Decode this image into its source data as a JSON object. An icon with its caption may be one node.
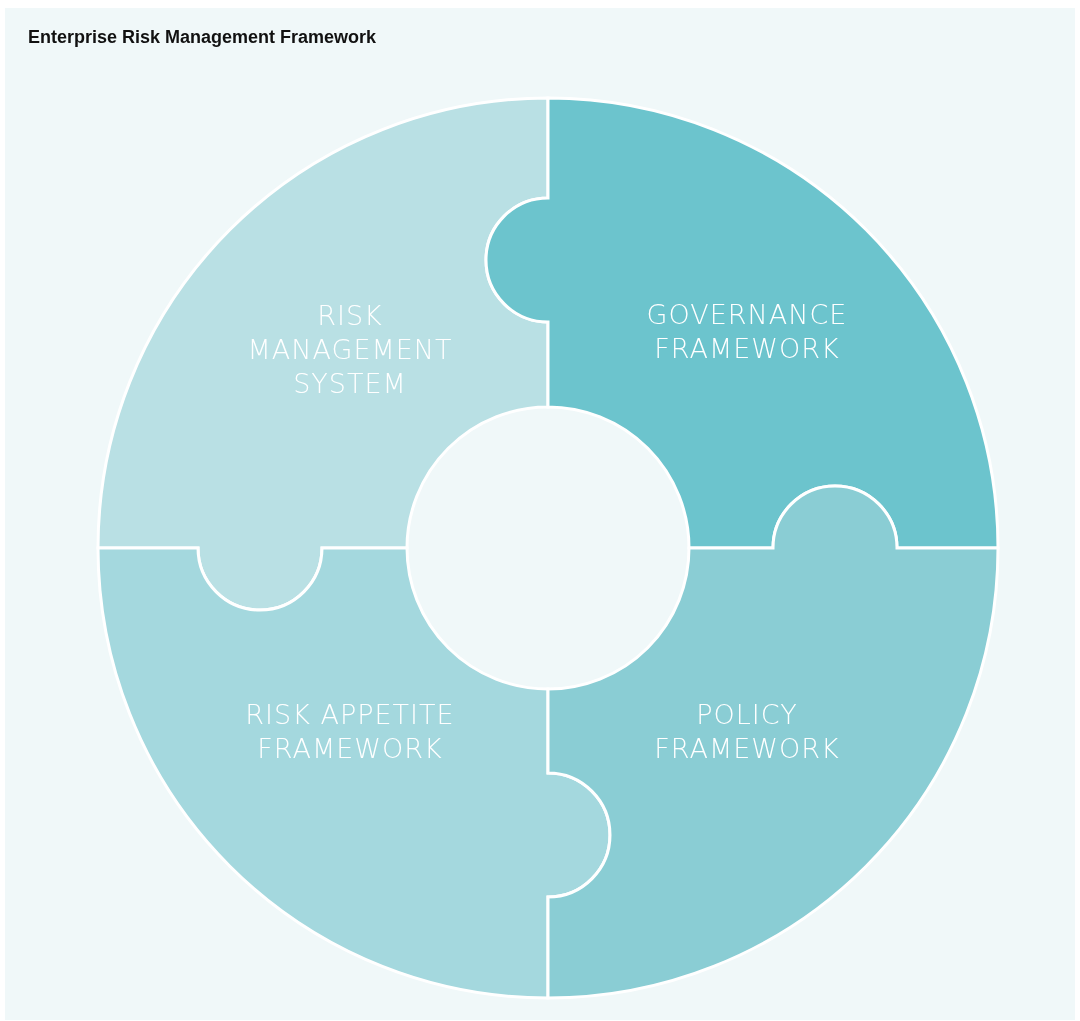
{
  "diagram": {
    "title": "Enterprise Risk Management Framework",
    "nodes": [
      {
        "text": [
          "RISK MANAGEMENT SYSTEM"
        ]
      },
      {
        "text": [
          "GOVERNANCE FRAMEWORK"
        ]
      },
      {
        "text": [
          "RISK APPETITE FRAMEWORK"
        ]
      },
      {
        "text": [
          "POLICY FRAMEWORK"
        ]
      }
    ]
  }
}
